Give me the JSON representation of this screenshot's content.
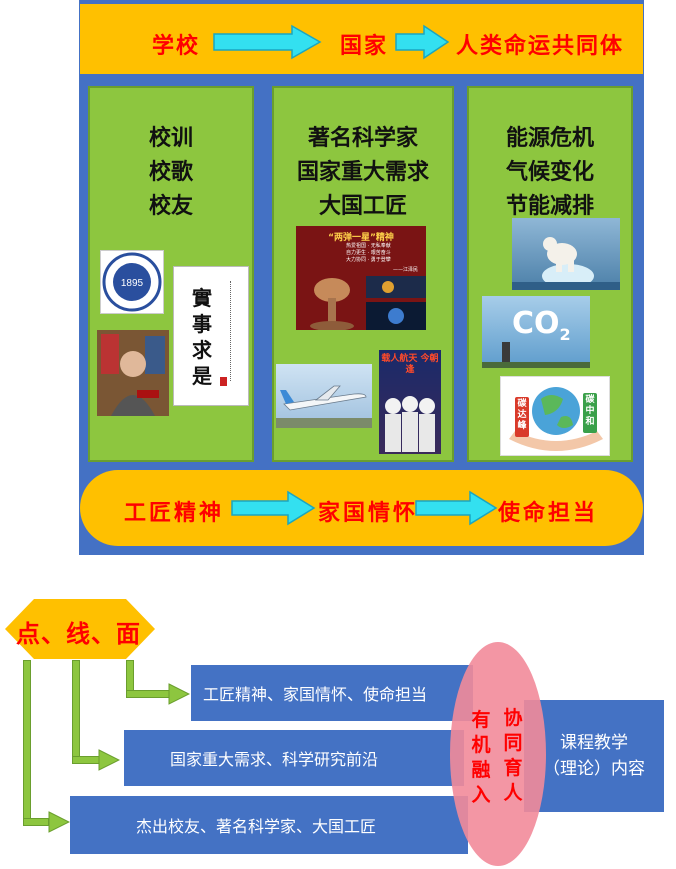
{
  "header": {
    "item1": "学校",
    "item2": "国家",
    "item3": "人类命运共同体"
  },
  "columns": [
    {
      "lines": [
        "校训",
        "校歌",
        "校友"
      ]
    },
    {
      "lines": [
        "著名科学家",
        "国家重大需求",
        "大国工匠"
      ]
    },
    {
      "lines": [
        "能源危机",
        "气候变化",
        "节能减排"
      ]
    }
  ],
  "images": {
    "seal_text": "1895",
    "calligraphy": "實事求是",
    "poster_title": "“两弹一星”精神",
    "poster_lines": [
      "热爱祖国 · 无私奉献",
      "自力更生 · 艰苦奋斗",
      "大力协同 · 勇于登攀"
    ],
    "poster_credit": "——江泽民",
    "spaceflight_text": "载人航天 今朝逢",
    "co2_text": "CO",
    "co2_sub": "2",
    "badge_left": "碳达峰",
    "badge_right": "碳中和"
  },
  "footer": {
    "item1": "工匠精神",
    "item2": "家国情怀",
    "item3": "使命担当"
  },
  "diagram": {
    "hexagon_label": "点、线、面",
    "boxes": [
      "工匠精神、家国情怀、使命担当",
      "国家重大需求、科学研究前沿",
      "杰出校友、著名科学家、大国工匠"
    ],
    "oval_left": [
      "有",
      "机",
      "融",
      "入"
    ],
    "oval_right": [
      "协",
      "同",
      "育",
      "人"
    ],
    "course_line1": "课程教学",
    "course_line2": "（理论）内容"
  },
  "colors": {
    "panel_blue": "#4471C4",
    "band_orange": "#FFC000",
    "column_green": "#8DC63F",
    "arrow_cyan": "#33E0F0",
    "text_red": "#FF0000",
    "oval_pink": "#F28B9A"
  }
}
